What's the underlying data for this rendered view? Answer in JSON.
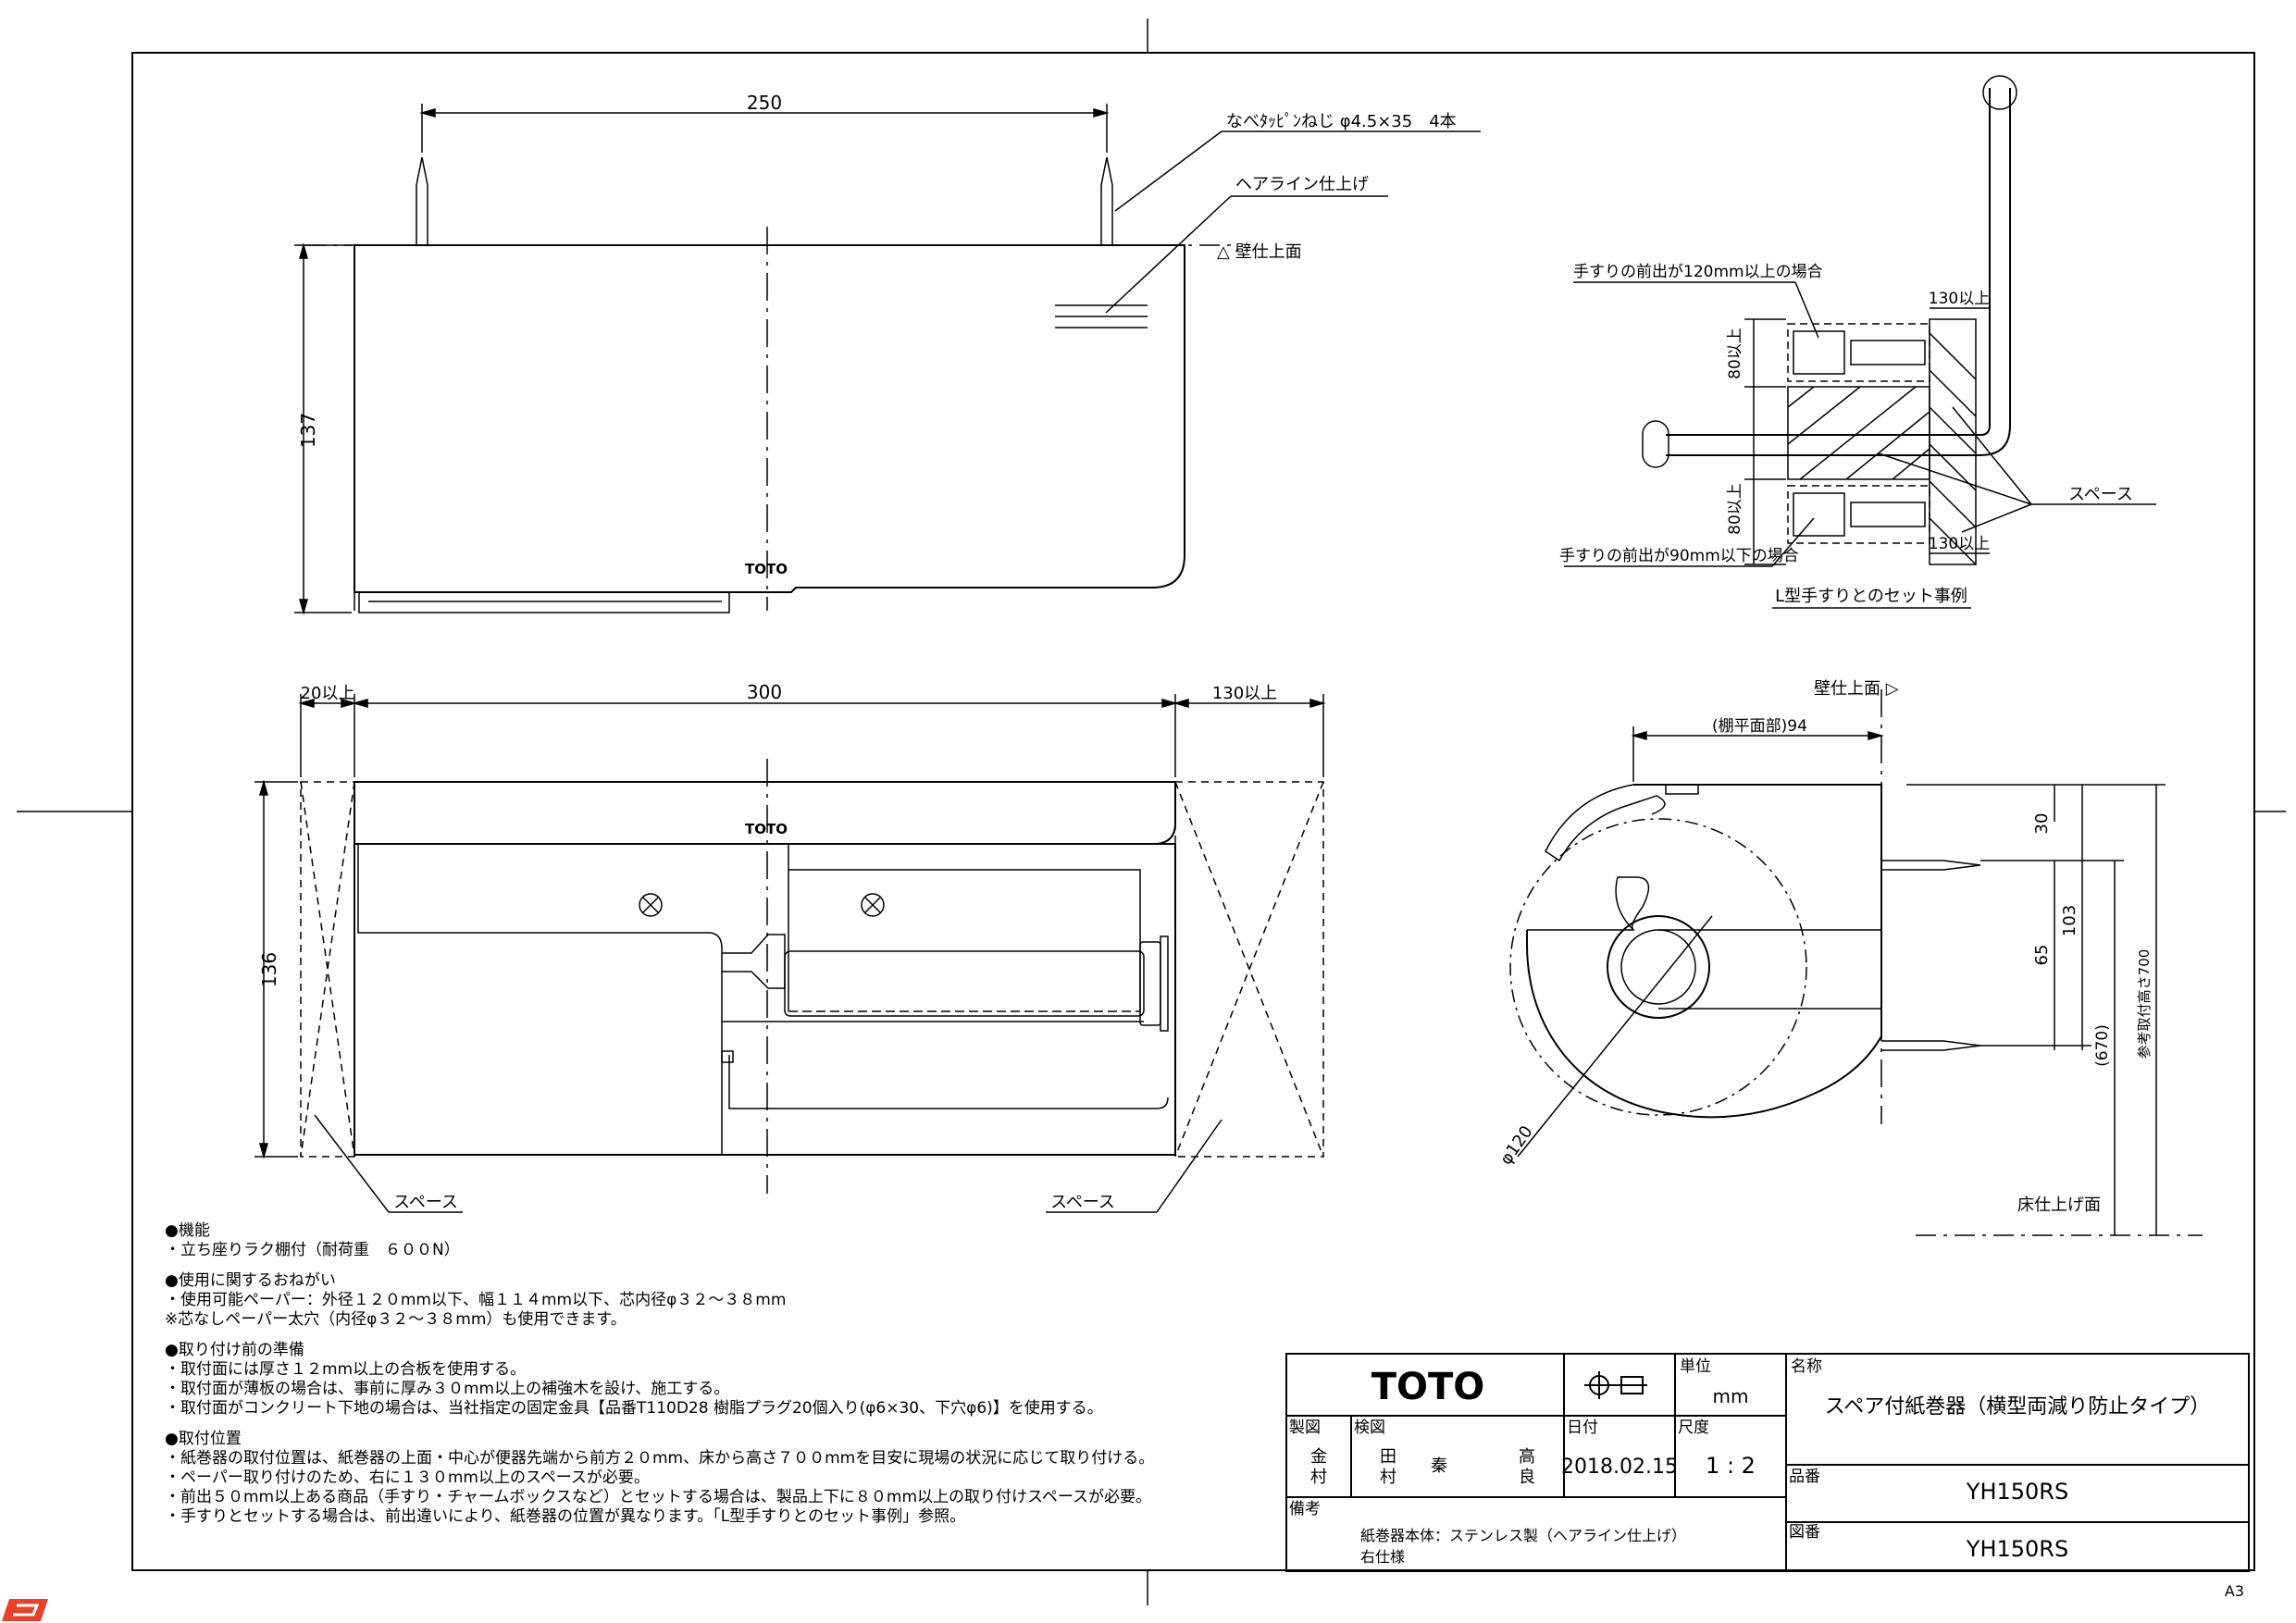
{
  "top_view": {
    "dim_250": "250",
    "dim_137": "137",
    "screw_note": "なべﾀｯﾋﾟﾝねじ φ4.5×35　4本",
    "hairline_note": "ヘアライン仕上げ",
    "wall_face": "△ 壁仕上面",
    "logo": "TOTO"
  },
  "front_view": {
    "dim_20": "20以上",
    "dim_300": "300",
    "dim_130": "130以上",
    "dim_136": "136",
    "logo": "TOTO",
    "space_left": "スペース",
    "space_right": "スペース"
  },
  "handrail_example": {
    "note_120": "手すりの前出が120mm以上の場合",
    "note_90": "手すりの前出が90mm以下の場合",
    "dim_130_top": "130以上",
    "dim_130_bottom": "130以上",
    "dim_80_top": "80以上",
    "dim_80_bottom": "80以上",
    "space": "スペース",
    "caption": "L型手すりとのセット事例"
  },
  "side_view": {
    "wall_face": "壁仕上面 ▷",
    "dim_94": "(棚平面部)94",
    "dim_30": "30",
    "dim_65": "65",
    "dim_103": "103",
    "dim_670": "(670)",
    "dim_700": "参考取付高さ700",
    "dim_phi120": "φ120",
    "floor_face": "床仕上げ面"
  },
  "notes": {
    "feature_title": "●機能",
    "feature_1": "・立ち座りラク棚付（耐荷重　６００N）",
    "usage_title": "●使用に関するおねがい",
    "usage_1": "・使用可能ペーパー：外径１２０mm以下、幅１１４mm以下、芯内径φ３２～３８mm",
    "usage_2": "※芯なしペーパー太穴（内径φ３２～３８mm）も使用できます。",
    "prep_title": "●取り付け前の準備",
    "prep_1": "・取付面には厚さ１２mm以上の合板を使用する。",
    "prep_2": "・取付面が薄板の場合は、事前に厚み３０mm以上の補強木を設け、施工する。",
    "prep_3": "・取付面がコンクリート下地の場合は、当社指定の固定金具【品番T110D28 樹脂プラグ20個入り(φ6×30、下穴φ6)】を使用する。",
    "pos_title": "●取付位置",
    "pos_1": "・紙巻器の取付位置は、紙巻器の上面・中心が便器先端から前方２０mm、床から高さ７００mmを目安に現場の状況に応じて取り付ける。",
    "pos_2": "・ペーパー取り付けのため、右に１３０mm以上のスペースが必要。",
    "pos_3": "・前出５０mm以上ある商品（手すり・チャームボックスなど）とセットする場合は、製品上下に８０mm以上の取り付けスペースが必要。",
    "pos_4": "・手すりとセットする場合は、前出違いにより、紙巻器の位置が異なります。「L型手すりとのセット事例」参照。"
  },
  "title_block": {
    "brand": "TOTO",
    "unit_label": "単位",
    "unit_value": "mm",
    "name_label": "名称",
    "name_value": "スペア付紙巻器（横型両減り防止タイプ）",
    "drawn_label": "製図",
    "drawn_value_1": "金",
    "drawn_value_2": "村",
    "checked_label": "検図",
    "checked_1": "田",
    "checked_2": "村",
    "checked_3": "秦",
    "checked_4": "高",
    "checked_5": "良",
    "date_label": "日付",
    "date_value": "2018.02.15",
    "scale_label": "尺度",
    "scale_value": "1 : 2",
    "part_label": "品番",
    "part_value": "YH150RS",
    "remarks_label": "備考",
    "remarks_1": "紙巻器本体：ステンレス製（ヘアライン仕上げ）",
    "remarks_2": "右仕様",
    "drawing_label": "図番",
    "drawing_value": "YH150RS"
  },
  "sheet_size": "A3"
}
